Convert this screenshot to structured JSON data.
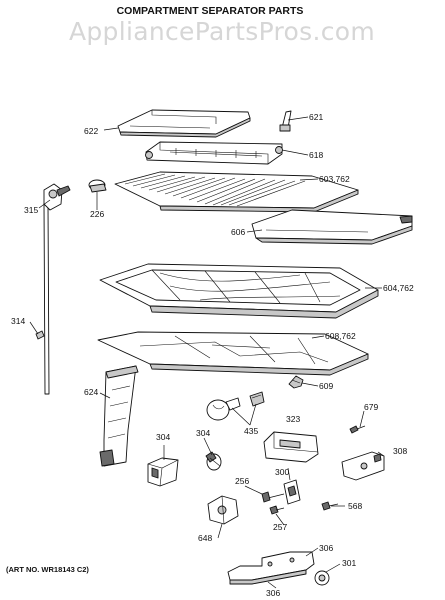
{
  "title": "COMPARTMENT SEPARATOR PARTS",
  "watermark": "AppliancePartsPros.com",
  "art_number": "(ART NO. WR18143 C2)",
  "callouts": {
    "622": "622",
    "621": "621",
    "618": "618",
    "603_762": "603,762",
    "315": "315",
    "226": "226",
    "606": "606",
    "604_762": "604,762",
    "314": "314",
    "608_762": "608,762",
    "609": "609",
    "624": "624",
    "323": "323",
    "679": "679",
    "435": "435",
    "304a": "304",
    "304b": "304",
    "308": "308",
    "300": "300",
    "256": "256",
    "568": "568",
    "257": "257",
    "648": "648",
    "306a": "306",
    "301": "301",
    "306b": "306"
  }
}
